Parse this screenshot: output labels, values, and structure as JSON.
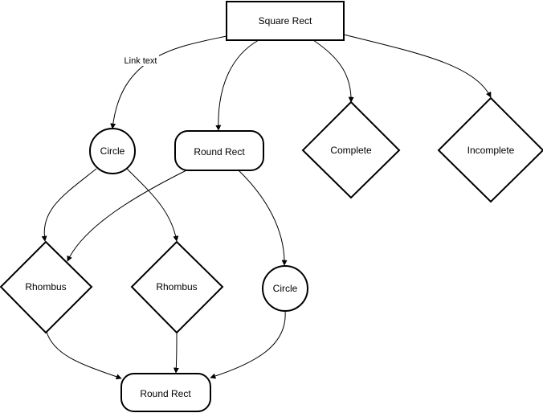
{
  "diagram": {
    "stroke_color": "#000000",
    "fill_color": "#ffffff",
    "nodes": {
      "square_rect": {
        "label": "Square Rect",
        "shape": "rectangle"
      },
      "circle_1": {
        "label": "Circle",
        "shape": "circle"
      },
      "round_rect_1": {
        "label": "Round Rect",
        "shape": "rounded-rectangle"
      },
      "complete": {
        "label": "Complete",
        "shape": "diamond"
      },
      "incomplete": {
        "label": "Incomplete",
        "shape": "diamond"
      },
      "rhombus_1": {
        "label": "Rhombus",
        "shape": "diamond"
      },
      "rhombus_2": {
        "label": "Rhombus",
        "shape": "diamond"
      },
      "circle_2": {
        "label": "Circle",
        "shape": "circle"
      },
      "round_rect_2": {
        "label": "Round Rect",
        "shape": "rounded-rectangle"
      }
    },
    "edges": [
      {
        "from": "square_rect",
        "to": "circle_1",
        "label": "Link text"
      },
      {
        "from": "square_rect",
        "to": "round_rect_1"
      },
      {
        "from": "square_rect",
        "to": "complete"
      },
      {
        "from": "square_rect",
        "to": "incomplete"
      },
      {
        "from": "circle_1",
        "to": "rhombus_1"
      },
      {
        "from": "circle_1",
        "to": "rhombus_2"
      },
      {
        "from": "round_rect_1",
        "to": "rhombus_1"
      },
      {
        "from": "round_rect_1",
        "to": "circle_2"
      },
      {
        "from": "rhombus_1",
        "to": "round_rect_2"
      },
      {
        "from": "rhombus_2",
        "to": "round_rect_2"
      },
      {
        "from": "circle_2",
        "to": "round_rect_2"
      }
    ]
  }
}
